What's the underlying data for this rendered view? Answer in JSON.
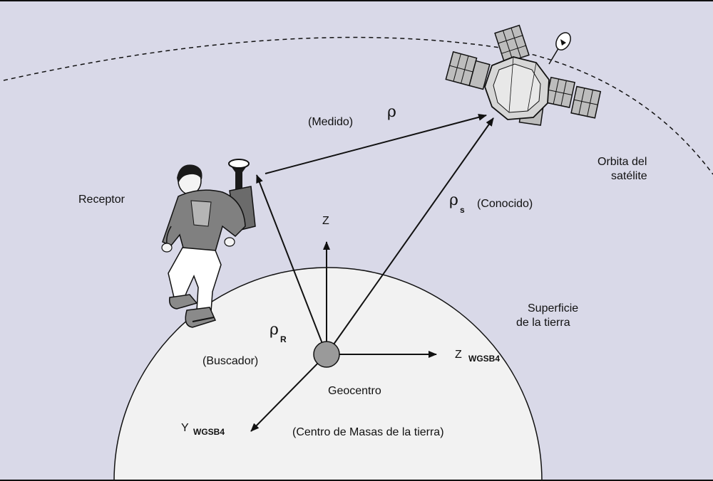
{
  "colors": {
    "space": "#d9d9e8",
    "earth": "#f2f2f2",
    "frame": "#111111",
    "geocenter": "#9a9a9a"
  },
  "labels": {
    "medido": "(Medido)",
    "rho": "ρ",
    "orbita_line1": "Orbita del",
    "orbita_line2": "satélite",
    "receptor": "Receptor",
    "rho_s_symbol": "ρ",
    "rho_s_sub": "s",
    "conocido": "(Conocido)",
    "z_axis": "Z",
    "superficie_line1": "Superficie",
    "superficie_line2": "de la tierra",
    "rho_r_symbol": "ρ",
    "rho_r_sub": "R",
    "buscador": "(Buscador)",
    "z_wgs_main": "Z",
    "z_wgs_sub": "WGSB4",
    "geocentro": "Geocentro",
    "y_wgs_main": "Y",
    "y_wgs_sub": "WGSB4",
    "centro_masas": "(Centro de Masas de la tierra)"
  },
  "icons": {
    "receiver": "person-with-gps-receiver-icon",
    "satellite": "gps-satellite-icon"
  }
}
